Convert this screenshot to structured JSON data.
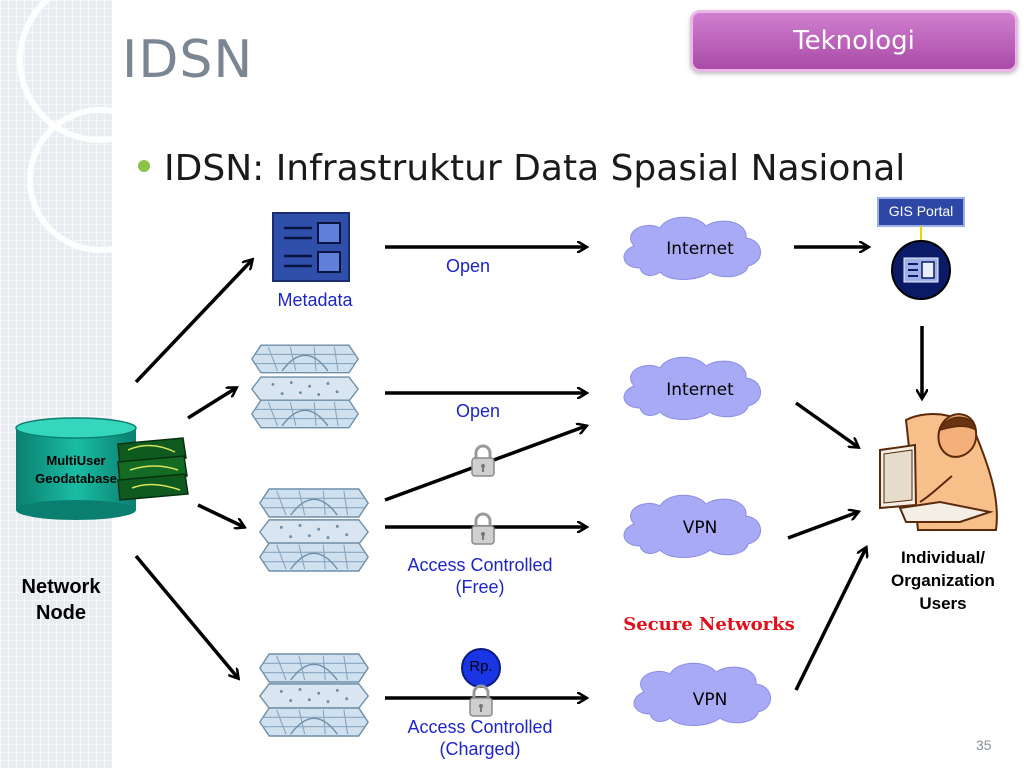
{
  "slide": {
    "title": "IDSN",
    "tag": "Teknologi",
    "bullet": "IDSN: Infrastruktur Data Spasial Nasional",
    "page_number": "35"
  },
  "diagram": {
    "metadata_label": "Metadata",
    "database_label_line1": "MultiUser",
    "database_label_line2": "Geodatabase",
    "network_node_line1": "Network",
    "network_node_line2": "Node",
    "gis_portal": "GIS Portal",
    "rp_label": "Rp.",
    "clouds": [
      {
        "label": "Internet"
      },
      {
        "label": "Internet"
      },
      {
        "label": "VPN"
      },
      {
        "label": "VPN"
      }
    ],
    "links": [
      {
        "line1": "Open",
        "line2": ""
      },
      {
        "line1": "Open",
        "line2": ""
      },
      {
        "line1": "Access Controlled",
        "line2": "(Free)"
      },
      {
        "line1": "Access Controlled",
        "line2": "(Charged)"
      }
    ],
    "secure_networks": "Secure Networks",
    "users_line1": "Individual/",
    "users_line2": "Organization",
    "users_line3": "Users"
  },
  "colors": {
    "tag_bg": "#b256b0",
    "metadata_blue": "#2f4faa",
    "database_green": "#0c9a86",
    "cloud_purple": "#a8aaf6",
    "secure_red": "#e0101a",
    "label_blue": "#1d25c8"
  }
}
